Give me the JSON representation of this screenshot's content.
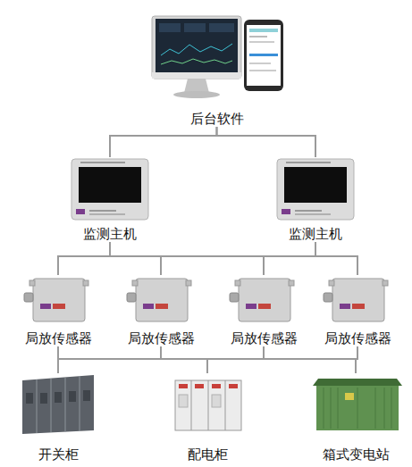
{
  "diagram": {
    "nodes": [
      {
        "text": [
          "后台软件"
        ]
      },
      {
        "text": [
          "监测主机"
        ]
      },
      {
        "text": [
          "监测主机"
        ]
      },
      {
        "text": [
          "局放传感器"
        ]
      },
      {
        "text": [
          "局放传感器"
        ]
      },
      {
        "text": [
          "局放传感器"
        ]
      },
      {
        "text": [
          "局放传感器"
        ]
      },
      {
        "text": [
          "开关柜"
        ]
      },
      {
        "text": [
          "配电柜"
        ]
      },
      {
        "text": [
          "箱式变电站"
        ]
      }
    ],
    "edges": [
      {
        "from": 0,
        "to": 1,
        "arrow": "none"
      },
      {
        "from": 0,
        "to": 2,
        "arrow": "none"
      },
      {
        "from": 1,
        "to": 3,
        "arrow": "none"
      },
      {
        "from": 1,
        "to": 4,
        "arrow": "none"
      },
      {
        "from": 1,
        "to": 5,
        "arrow": "none"
      },
      {
        "from": 1,
        "to": 6,
        "arrow": "none"
      },
      {
        "from": 2,
        "to": 3,
        "arrow": "none"
      },
      {
        "from": 2,
        "to": 4,
        "arrow": "none"
      },
      {
        "from": 2,
        "to": 5,
        "arrow": "none"
      },
      {
        "from": 2,
        "to": 6,
        "arrow": "none"
      },
      {
        "from": 3,
        "to": 7,
        "arrow": "none"
      },
      {
        "from": 3,
        "to": 8,
        "arrow": "none"
      },
      {
        "from": 3,
        "to": 9,
        "arrow": "none"
      },
      {
        "from": 4,
        "to": 7,
        "arrow": "none"
      },
      {
        "from": 4,
        "to": 8,
        "arrow": "none"
      },
      {
        "from": 4,
        "to": 9,
        "arrow": "none"
      },
      {
        "from": 5,
        "to": 7,
        "arrow": "none"
      },
      {
        "from": 5,
        "to": 8,
        "arrow": "none"
      },
      {
        "from": 5,
        "to": 9,
        "arrow": "none"
      },
      {
        "from": 6,
        "to": 7,
        "arrow": "none"
      },
      {
        "from": 6,
        "to": 8,
        "arrow": "none"
      },
      {
        "from": 6,
        "to": 9,
        "arrow": "none"
      }
    ]
  }
}
